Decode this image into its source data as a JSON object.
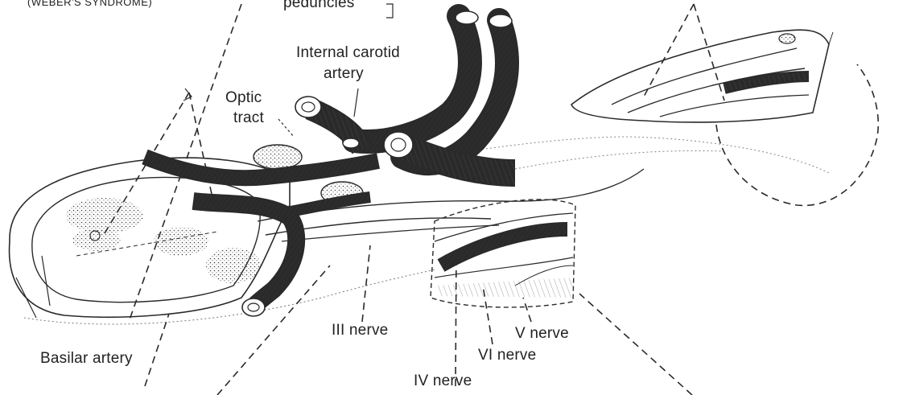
{
  "labels": {
    "weber": "(WEBER'S SYNDROME)",
    "peduncles": "peduncles",
    "internal_carotid_line1": "Internal carotid",
    "internal_carotid_line2": "artery",
    "optic_line1": "Optic",
    "optic_line2": "tract",
    "basilar": "Basilar artery",
    "iii_nerve": "III nerve",
    "iv_nerve": "IV nerve",
    "v_nerve": "V nerve",
    "vi_nerve": "VI nerve"
  }
}
